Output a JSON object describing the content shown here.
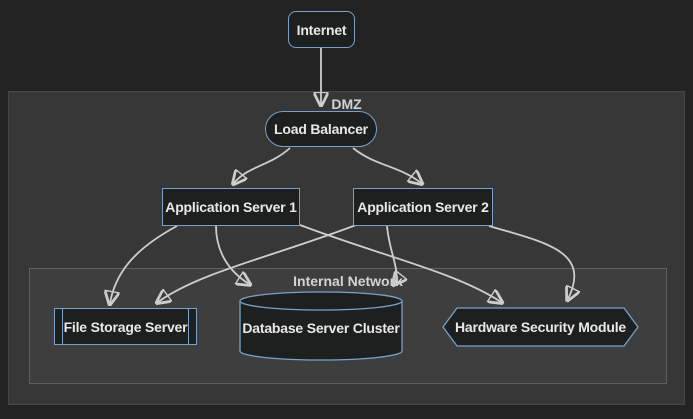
{
  "diagram": {
    "type": "flowchart",
    "theme": "dark",
    "nodes": {
      "internet": {
        "label": "Internet",
        "shape": "rounded-rect"
      },
      "load_balancer": {
        "label": "Load Balancer",
        "shape": "stadium"
      },
      "app_server_1": {
        "label": "Application Server 1",
        "shape": "rect"
      },
      "app_server_2": {
        "label": "Application Server 2",
        "shape": "rect"
      },
      "file_storage": {
        "label": "File Storage Server",
        "shape": "subroutine"
      },
      "database": {
        "label": "Database Server Cluster",
        "shape": "cylinder"
      },
      "hsm": {
        "label": "Hardware Security Module",
        "shape": "hexagon"
      }
    },
    "clusters": {
      "dmz": {
        "label": "DMZ"
      },
      "internal": {
        "label": "Internal Network"
      }
    },
    "edges": [
      {
        "from": "internet",
        "to": "load_balancer"
      },
      {
        "from": "load_balancer",
        "to": "app_server_1"
      },
      {
        "from": "load_balancer",
        "to": "app_server_2"
      },
      {
        "from": "app_server_1",
        "to": "file_storage"
      },
      {
        "from": "app_server_1",
        "to": "database"
      },
      {
        "from": "app_server_1",
        "to": "hsm"
      },
      {
        "from": "app_server_2",
        "to": "file_storage"
      },
      {
        "from": "app_server_2",
        "to": "database"
      },
      {
        "from": "app_server_2",
        "to": "hsm"
      }
    ],
    "colors": {
      "background": "#232323",
      "cluster_dmz_fill": "#373737",
      "cluster_dmz_border": "#464646",
      "cluster_internal_fill": "#3e3e3e",
      "cluster_internal_border": "#606060",
      "node_fill": "#1e2020",
      "node_border": "#7aa2c9",
      "edge": "#cdcdcd",
      "text": "#e8e8e8",
      "cluster_label": "#d4d4d4"
    }
  }
}
